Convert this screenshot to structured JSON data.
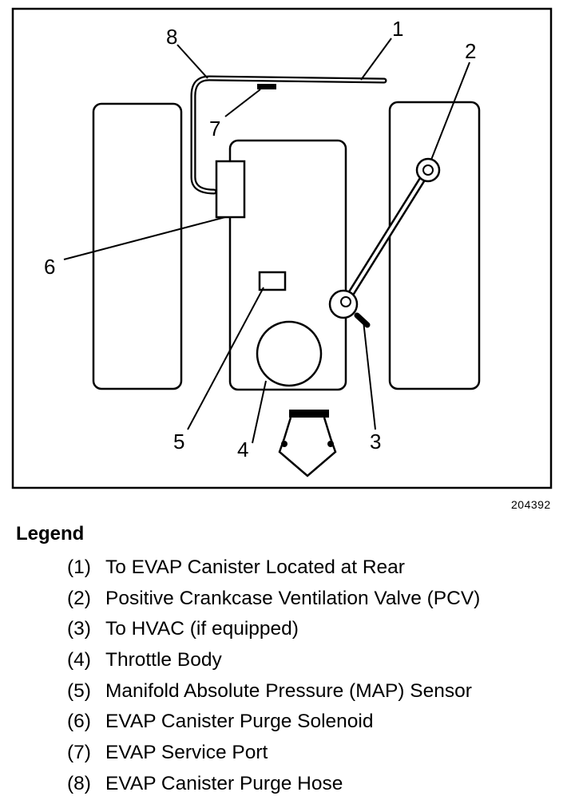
{
  "figure_id": "204392",
  "callouts": [
    "1",
    "2",
    "3",
    "4",
    "5",
    "6",
    "7",
    "8"
  ],
  "legend": {
    "title": "Legend",
    "items": [
      {
        "num": "(1)",
        "text": "To EVAP Canister Located at Rear"
      },
      {
        "num": "(2)",
        "text": "Positive Crankcase Ventilation Valve (PCV)"
      },
      {
        "num": "(3)",
        "text": "To HVAC (if equipped)"
      },
      {
        "num": "(4)",
        "text": "Throttle Body"
      },
      {
        "num": "(5)",
        "text": "Manifold Absolute Pressure (MAP) Sensor"
      },
      {
        "num": "(6)",
        "text": "EVAP Canister Purge Solenoid"
      },
      {
        "num": "(7)",
        "text": "EVAP Service Port"
      },
      {
        "num": "(8)",
        "text": "EVAP Canister Purge Hose"
      }
    ]
  }
}
